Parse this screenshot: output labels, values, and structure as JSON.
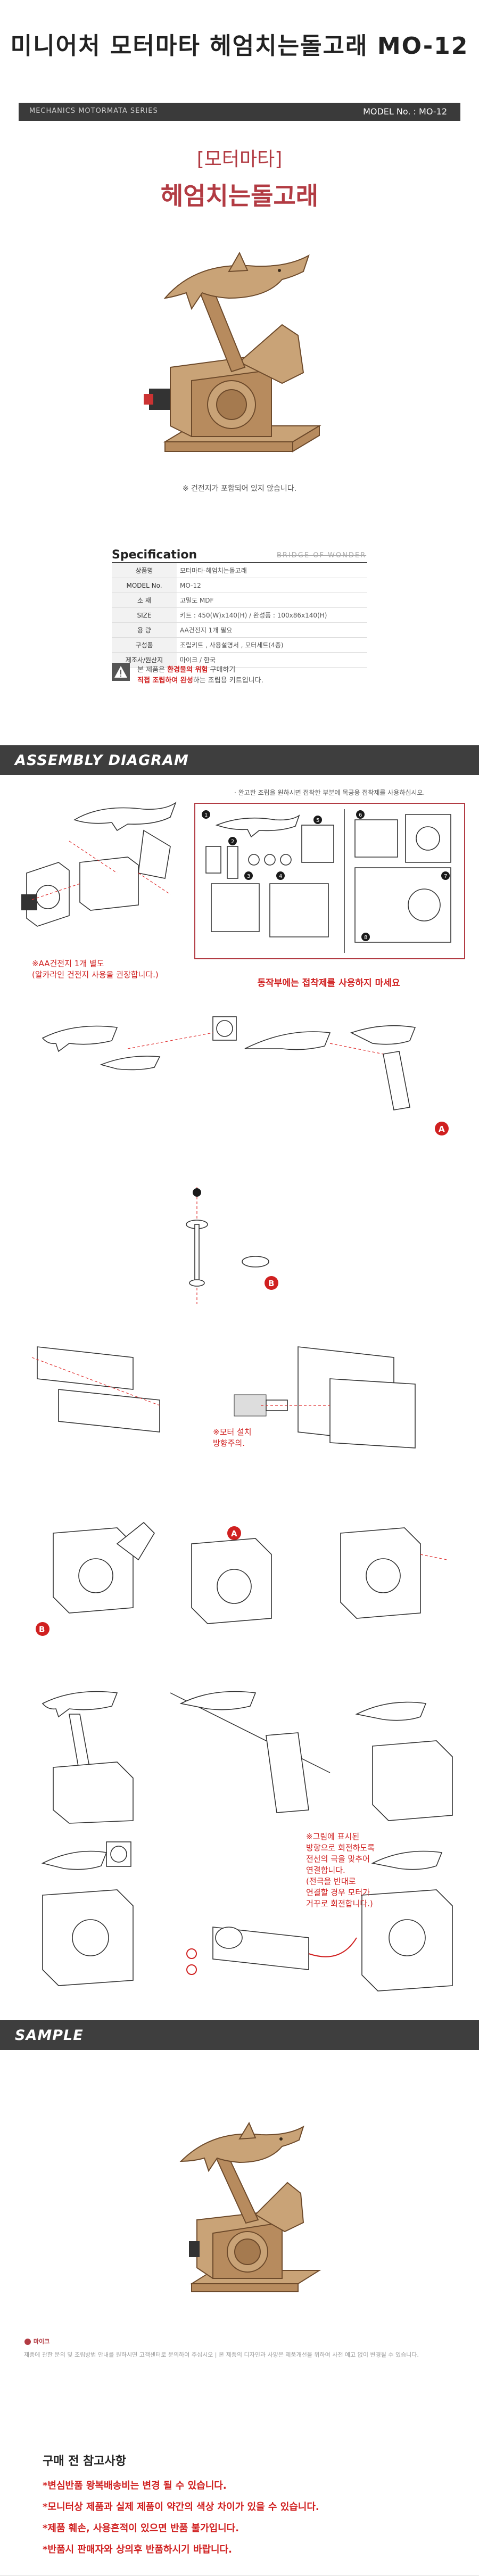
{
  "header": {
    "title": "미니어처 모터마타 헤엄치는돌고래 MO-12",
    "series": "MECHANICS MOTORMATA SERIES",
    "model": "MODEL No. : MO-12"
  },
  "hero": {
    "bracket_title": "[모터마타]",
    "name": "헤엄치는돌고래",
    "note": "※ 건전지가 포함되어 있지 않습니다."
  },
  "spec": {
    "title": "Specification",
    "brand": "BRIDGE  OF  WONDER",
    "rows": [
      {
        "k": "상품명",
        "v": "모터마타-헤엄치는돌고래"
      },
      {
        "k": "MODEL No.",
        "v": "MO-12"
      },
      {
        "k": "소   재",
        "v": "고밀도 MDF"
      },
      {
        "k": "SIZE",
        "v": "키트 : 450(W)x140(H) / 완성품 : 100x86x140(H)"
      },
      {
        "k": "용   량",
        "v": "AA건전지 1개 필요"
      },
      {
        "k": "구성품",
        "v": "조립키트 , 사용설명서 , 모터세트(4종)"
      },
      {
        "k": "제조사/원산지",
        "v": "마이크 / 한국"
      }
    ],
    "warn_line1_a": "본 제품은 ",
    "warn_line1_red": "환경물의 위험",
    "warn_line1_b": " 구매하기",
    "warn_line2_red": "직접 조립하여 완성",
    "warn_line2_b": "하는 조립용 키트입니다."
  },
  "assembly": {
    "band_title": "ASSEMBLY  DIAGRAM",
    "note": "· 완고한 조립을 원하시면 접착한 부분에 목공용 접착제를 사용하십시오.",
    "parts_warning": "동작부에는 접착제를 사용하지 마세요",
    "battery_note_1": "※AA건전지 1개 별도",
    "battery_note_2": "(알카라인 건전지 사용을 권장합니다.)",
    "motor_note_1": "※모터 설치",
    "motor_note_2": "방향주의.",
    "wire_note": [
      "※그림에 표시된",
      "방향으로 회전하도록",
      "전선의 극을 맞추어",
      "연결합니다.",
      "(전극을 반대로",
      "연결할 경우 모터가",
      "거꾸로 회전합니다.)"
    ],
    "marker_a": "A",
    "marker_b": "B"
  },
  "sample": {
    "band_title": "SAMPLE"
  },
  "footer": {
    "logo": "마이크",
    "text": "제품에 관한 문의 및 조립방법 안내를 원하시면 고객센터로 문의하여 주십시오 | 본 제품의 디자인과 사양은 제품개선을 위하여 사전 예고 없이 변경될 수 있습니다."
  },
  "pre_purchase": {
    "title": "구매 전 참고사항",
    "notes": [
      "*변심반품 왕복배송비는 변경 될 수 있습니다.",
      "*모니터상 제품과 실제 제품이 약간의 색상 차이가 있을 수 있습니다.",
      "*제품 훼손, 사용흔적이 있으면 반품 불가입니다.",
      "*반품시 판매자와 상의후 반품하시기 바랍니다."
    ]
  },
  "colors": {
    "accent": "#b23b43",
    "band": "#3e3e3e",
    "warning": "#d02020",
    "wood": "#c9a377"
  }
}
